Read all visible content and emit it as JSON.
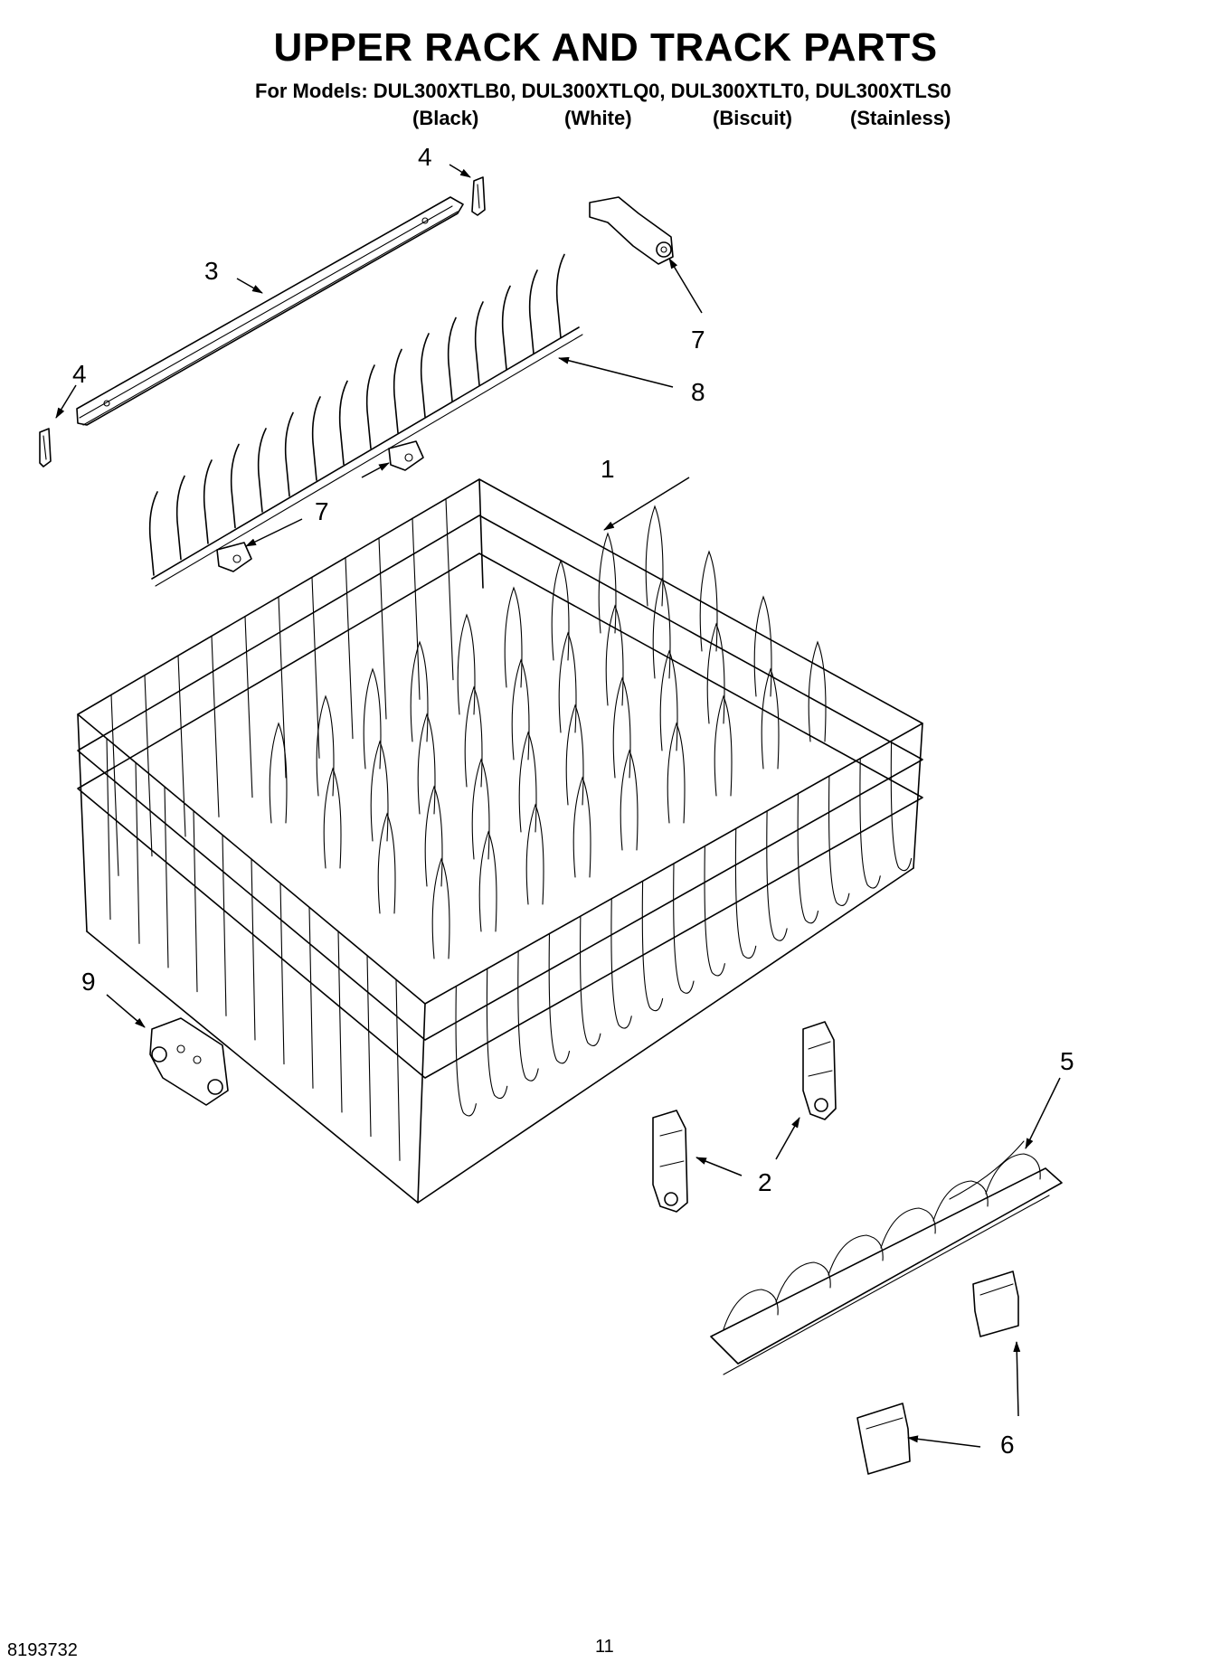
{
  "header": {
    "title": "UPPER RACK AND TRACK PARTS",
    "models_line": "For Models: DUL300XTLB0, DUL300XTLQ0, DUL300XTLT0, DUL300XTLS0",
    "colors": [
      "(Black)",
      "(White)",
      "(Biscuit)",
      "(Stainless)"
    ]
  },
  "callouts": {
    "c1": "1",
    "c2": "2",
    "c3": "3",
    "c4a": "4",
    "c4b": "4",
    "c5": "5",
    "c6": "6",
    "c7a": "7",
    "c7b": "7",
    "c8": "8",
    "c9": "9"
  },
  "footer": {
    "doc_number": "8193732",
    "page_number": "11"
  }
}
